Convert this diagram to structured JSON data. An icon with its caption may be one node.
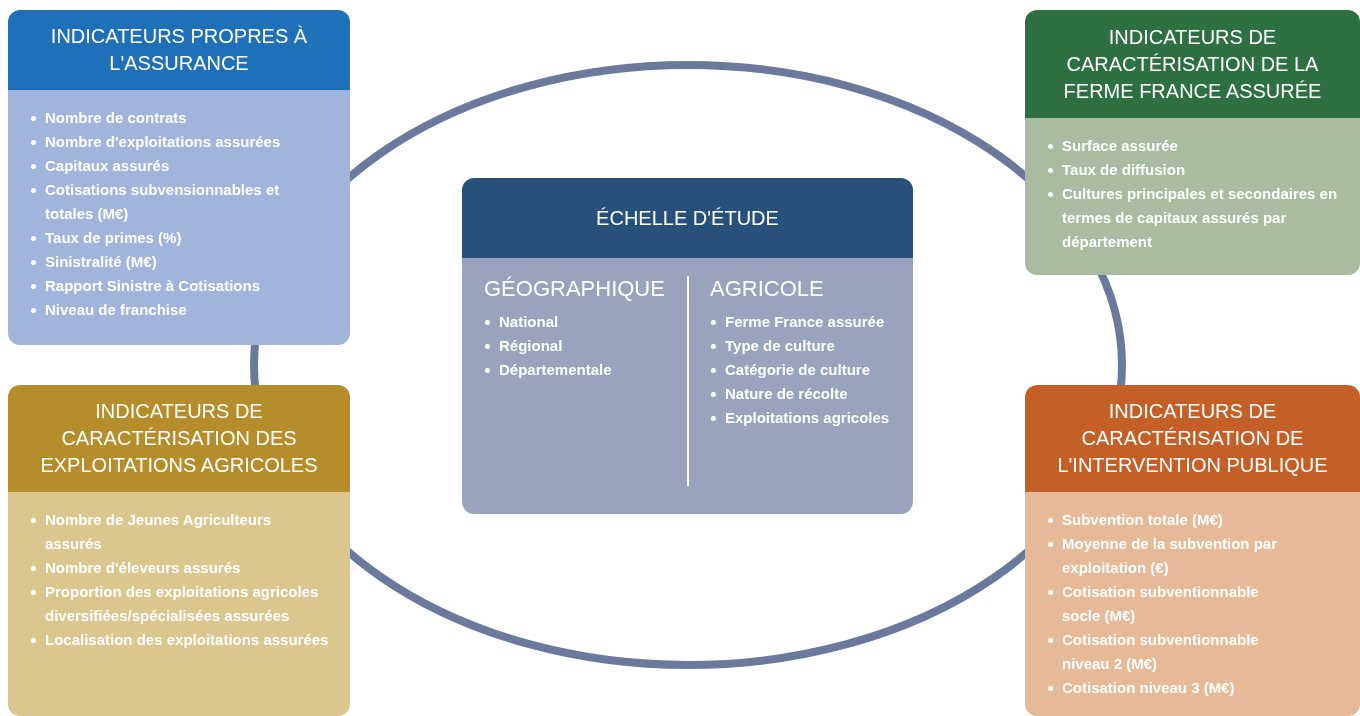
{
  "diagram": {
    "nodes": [
      {
        "text": [
          "INDICATEURS PROPRES À L'ASSURANCE",
          "Nombre de contrats",
          "Nombre d'exploitations assurées",
          "Capitaux assurés",
          "Cotisations subvensionnables et totales (M€)",
          "Taux de primes (%)",
          "Sinistralité (M€)",
          "Rapport Sinistre à Cotisations",
          "Niveau de franchise"
        ]
      },
      {
        "text": [
          "INDICATEURS DE CARACTÉRISATION DE LA FERME FRANCE ASSURÉE",
          "Surface assurée",
          "Taux de diffusion",
          "Cultures principales et secondaires en termes de capitaux assurés par département"
        ]
      },
      {
        "text": [
          "ÉCHELLE D'ÉTUDE",
          "GÉOGRAPHIQUE",
          "National",
          "Régional",
          "Départementale",
          "AGRICOLE",
          "Ferme France assurée",
          "Type de culture",
          "Catégorie de culture",
          "Nature de récolte",
          "Exploitations agricoles"
        ]
      },
      {
        "text": [
          "INDICATEURS DE CARACTÉRISATION DES EXPLOITATIONS AGRICOLES",
          "Nombre de Jeunes Agriculteurs assurés",
          "Nombre d'éleveurs assurés",
          "Proportion des exploitations agricoles diversifiées/spécialisées assurées",
          "Localisation des exploitations assurées"
        ]
      },
      {
        "text": [
          "INDICATEURS DE CARACTÉRISATION DE L'INTERVENTION PUBLIQUE",
          "Subvention totale (M€)",
          "Moyenne de la subvention par exploitation (€)",
          "Cotisation subventionnable socle (M€)",
          "Cotisation subventionnable niveau 2 (M€)",
          "Cotisation niveau 3 (M€)"
        ]
      }
    ]
  }
}
